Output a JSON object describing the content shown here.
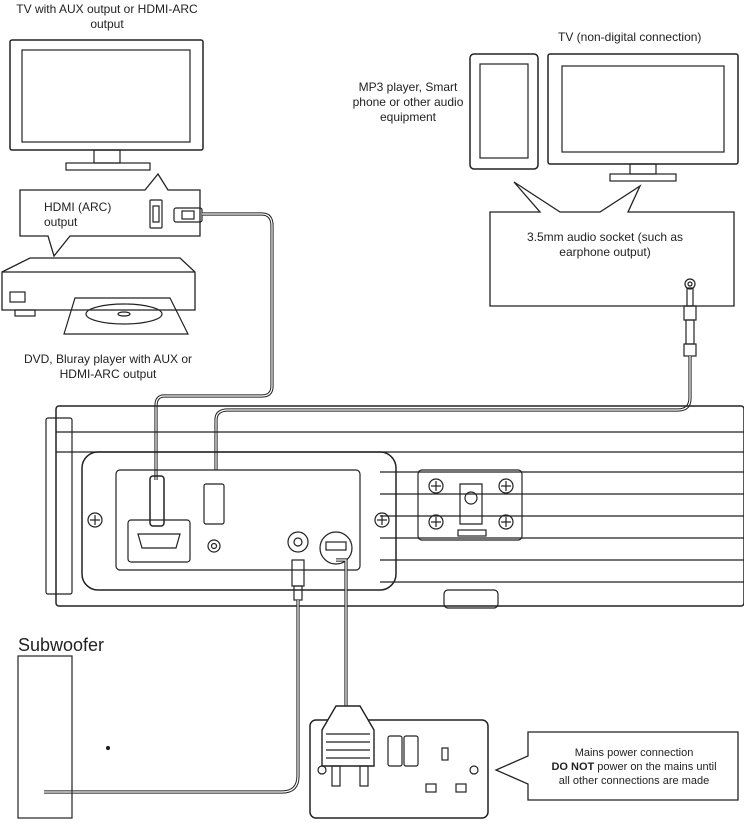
{
  "labels": {
    "tv_aux": "TV with AUX output or HDMI-ARC output",
    "hdmi_arc": "HDMI (ARC) output",
    "dvd": "DVD, Bluray player with AUX or HDMI-ARC output",
    "tv_nondigital": "TV (non-digital connection)",
    "mp3": "MP3 player, Smart phone or other audio equipment",
    "audio_socket": "3.5mm audio socket (such as earphone output)",
    "subwoofer": "Subwoofer",
    "mains_line1": "Mains power connection",
    "mains_bold": "DO NOT",
    "mains_line2": "power on the mains until",
    "mains_line3": "all other connections are made"
  }
}
